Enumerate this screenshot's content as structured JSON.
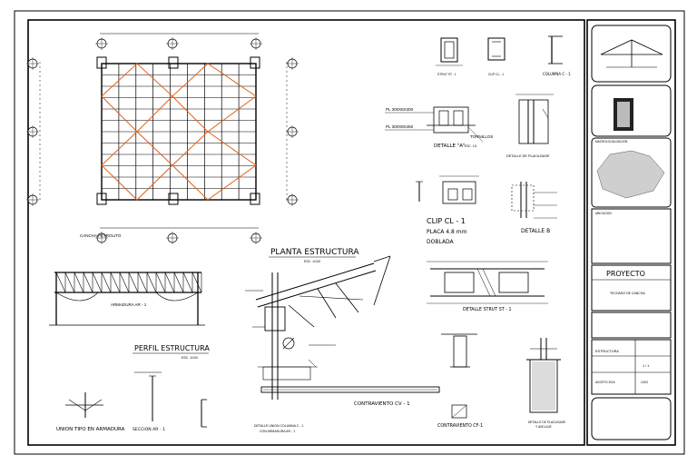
{
  "plan": {
    "title": "PLANTA ESTRUCTURA",
    "scale": "ESC. 1/100",
    "caption": "CANCHA PETROLITO"
  },
  "elevation": {
    "title": "PERFIL ESTRUCTURA",
    "scale": "ESC. 1/100",
    "note": "ARMADURA AR - 1"
  },
  "details": {
    "strut": "STRUT ST - 1",
    "clip_section": "CLIP CL - 1",
    "column": "COLUMNA C - 1",
    "plate1": "PL 300X8X300",
    "plate2": "PL 300X8X450",
    "bolts": "TORNILLOS",
    "detail_a": "DETALLE \"A\"",
    "detail_a_scale": "ESC. 1:5",
    "base_plate": "DETALLE DE PLACA BASE",
    "clip_title": "CLIP CL - 1",
    "clip_plate": "PLACA 4.8 mm",
    "clip_bent": "DOBLADA",
    "detail_b": "DETALLE B",
    "strut_detail": "DETALLE STRUT ST - 1",
    "bracing": "CONTRAVIENTO CV - 1",
    "bracing_anchor": "CONTRAVIENTO CF-1",
    "union": "UNION TIPO EN ARMADURA",
    "section_ar": "SECCION AR - 1",
    "column_detail": "DETALLE UNION COLUMNA C - 1",
    "column_detail2": "CON ARMADURA AR - 1",
    "base_detail": "DETALLE DE PLACA BASE",
    "base_detail2": "Y ANCLAJE"
  },
  "title_block": {
    "location_label": "UBICACION",
    "region_label": "MACROLOCALIZACION",
    "project_label": "PROYECTO",
    "project_name": "TECHADO DE CANCHA",
    "sheet_label": "ESTRUCTURA",
    "sheet_number": "1 / 1",
    "date_label": "AGOSTO 2016",
    "scale_value": "1/100"
  }
}
